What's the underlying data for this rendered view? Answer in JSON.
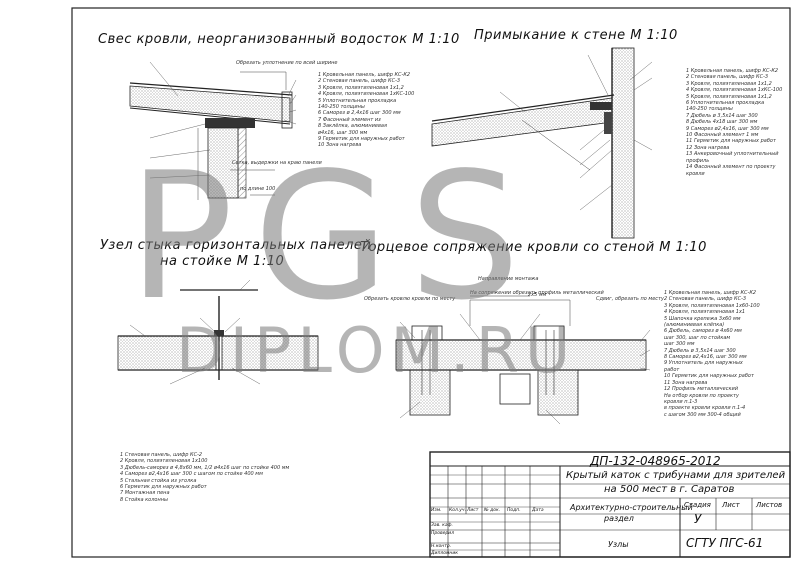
{
  "titles": {
    "eaves": "Свес кровли, неорганизованный водосток М 1:10",
    "wall": "Примыкание к стене М 1:10",
    "panel_joint_line1": "Узел стыка горизонтальных панелей",
    "panel_joint_line2": "на стойке М 1:10",
    "end_joint": "Торцевое сопряжение кровли со стеной М 1:10"
  },
  "watermark": {
    "big": "PGS",
    "small": "DIPLOM.RU"
  },
  "title_block": {
    "doc_code": "ДП-132-048965-2012",
    "project_line1": "Крытый каток с трибунами для зрителей",
    "project_line2": "на 500 мест в г. Саратов",
    "section_line1": "Архитектурно-строительный",
    "section_line2": "раздел",
    "sheet_name": "Узлы",
    "org": "СГТУ ПГС-61",
    "col_stage": "Стадия",
    "col_sheet": "Лист",
    "col_sheets": "Листов",
    "stage_value": "У",
    "col_headers": [
      "Изм.",
      "Кол.уч.",
      "Лист",
      "№ док.",
      "Подп.",
      "Дата"
    ],
    "roles": [
      "Зав. каф.",
      "Проверил",
      "Н.контр.",
      "Дипломник"
    ]
  },
  "legend_eaves": [
    "1   Кровельная панель, шифр КС-К2",
    "2   Стеновая панель, шифр КС-3",
    "3   Кровля, полиэтиленовая 1х1,2",
    "4   Кровля, полиэтиленовая 1хКС-100",
    "5   Уплотнительная прокладка",
    "     140-250 толщины",
    "6   Саморез ø 2,4x16 шаг 300 мм",
    "7   Фасонный элемент из",
    "8   Заклёпка, алюминиевая",
    "     ø4x16, шаг 300 мм",
    "9   Герметик для наружных работ",
    "10  Зона нагрева"
  ],
  "legend_wall": [
    "1   Кровельная панель, шифр КС-К2",
    "2   Стеновая панель, шифр КС-3",
    "3   Кровля, полиэтиленовая 1х1,2",
    "4   Кровля, полиэтиленовая 1хКС-100",
    "5   Кровля, полиэтиленовая 1х1,2",
    "6   Уплотнительная прокладка",
    "     140-250 толщины",
    "7   Дюбель ø 3,5x14 шаг 300",
    "8   Дюбель 4x18 шаг 300 мм",
    "9   Саморез ø2,4x16, шаг 300 мм",
    "10  Фасонный элемент 1 мм",
    "11  Герметик для наружных работ",
    "12  Зона нагрева",
    "13  Анкеровочный уплотнительный",
    "     профиль",
    "14  Фасонный элемент по проекту",
    "     кровли"
  ],
  "legend_end": [
    "1   Кровельная панель, шифр КС-К2",
    "2   Стеновая панель, шифр КС-3",
    "3   Кровля, полиэтиленовая 1х60-100",
    "4   Кровля, полиэтиленовая 1х1",
    "5   Шапочка крепежа 3х60 мм",
    "     (алюминиевая клёпка)",
    "6   Дюбель, саморез ø 4x60 мм",
    "     шаг 300, шаг по стойкам",
    "     шаг 300 мм",
    "7   Дюбель ø 3,5x14 шаг 300",
    "8   Саморез ø2,4x16, шаг 300 мм",
    "9   Уплотнитель для наружных",
    "     работ",
    "10  Герметик для наружных работ",
    "11  Зона нагрева",
    "12  Профиль металлический",
    "",
    "    На отбор кровли по проекту",
    "    кровли п.1-3",
    "    в проекте кровли кровли п.1-4",
    "    с шагом 300 мм 300-4 общий"
  ],
  "legend_panel": [
    "1   Стеновая панель, шифр КС-2",
    "2   Кровля, полиэтиленовая 1х100",
    "3   Дюбель-саморез ø 4,8x60 мм, 1/2 ø4x16 шаг по стойке 400 мм",
    "4   Саморез ø2,4x16 шаг 300 с шагом по стойке 400 мм",
    "5   Стальная стойка из уголка",
    "6   Герметик для наружных работ",
    "7   Монтажная пена",
    "8   Стойка колонны"
  ],
  "dim_labels": {
    "eaves_top": "Обрезать уплотнение по всей ширине",
    "eaves_mid": "Сетка, выдержки на краю панели",
    "eaves_bot": "по длине 100",
    "end_left": "Обрезать кровлю кровли по месту",
    "end_center": "На сопряжении обрезать профиль металлический",
    "end_right": "Сдвиг, обрезать по месту",
    "end_dim": "2х5 мм",
    "end_arrow": "Направление монтажа"
  }
}
